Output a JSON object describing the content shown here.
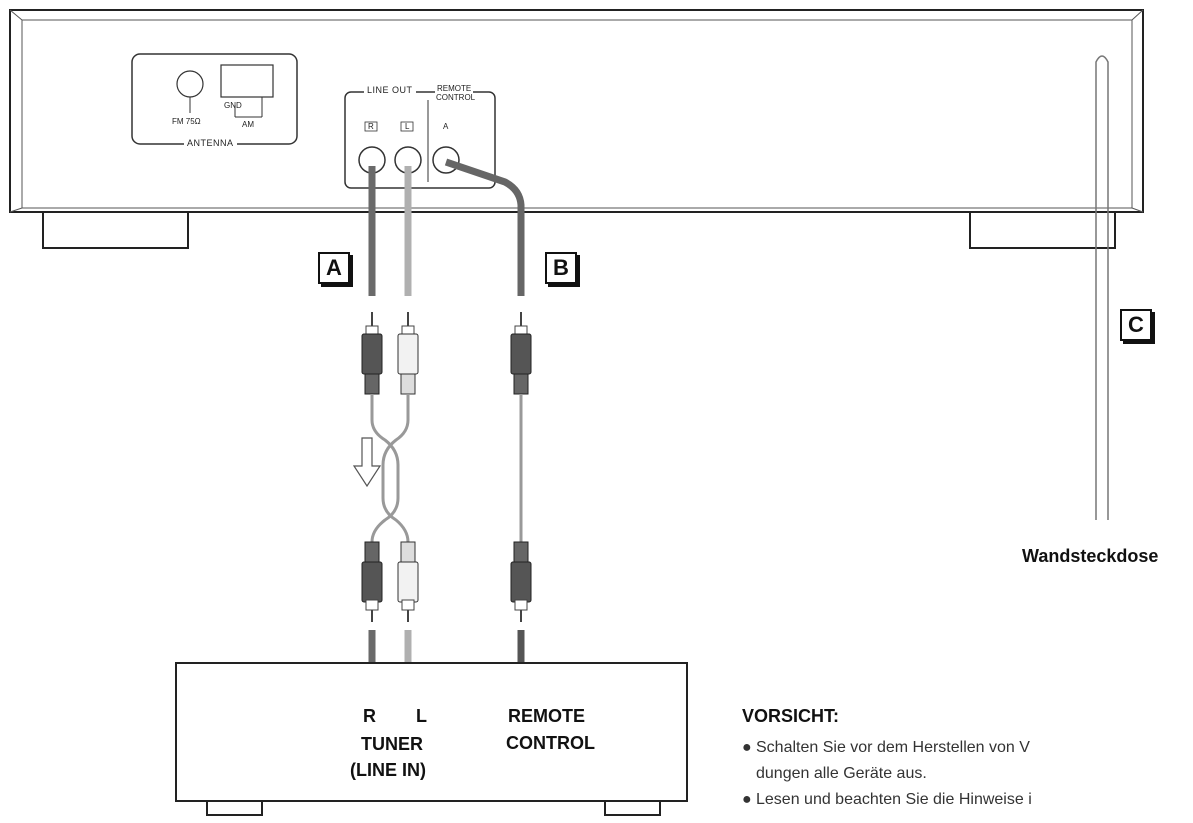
{
  "device_panel": {
    "antenna_label": "ANTENNA",
    "fm_label": "FM 75Ω",
    "gnd_label": "GND",
    "am_label": "AM",
    "line_out_label": "LINE OUT",
    "remote_control_label_1": "REMOTE",
    "remote_control_label_2": "CONTROL",
    "jack_r": "R",
    "jack_l": "L",
    "jack_a": "A"
  },
  "callouts": {
    "a": "A",
    "b": "B",
    "c": "C"
  },
  "outlet_label": "Wandsteckdose",
  "tuner": {
    "r": "R",
    "l": "L",
    "name": "TUNER",
    "input": "(LINE IN)",
    "remote_1": "REMOTE",
    "remote_2": "CONTROL"
  },
  "caution": {
    "title": "VORSICHT:",
    "items": [
      "Schalten Sie vor dem Herstellen von V",
      "dungen alle Geräte aus.",
      "Lesen und beachten Sie die Hinweise i"
    ]
  }
}
